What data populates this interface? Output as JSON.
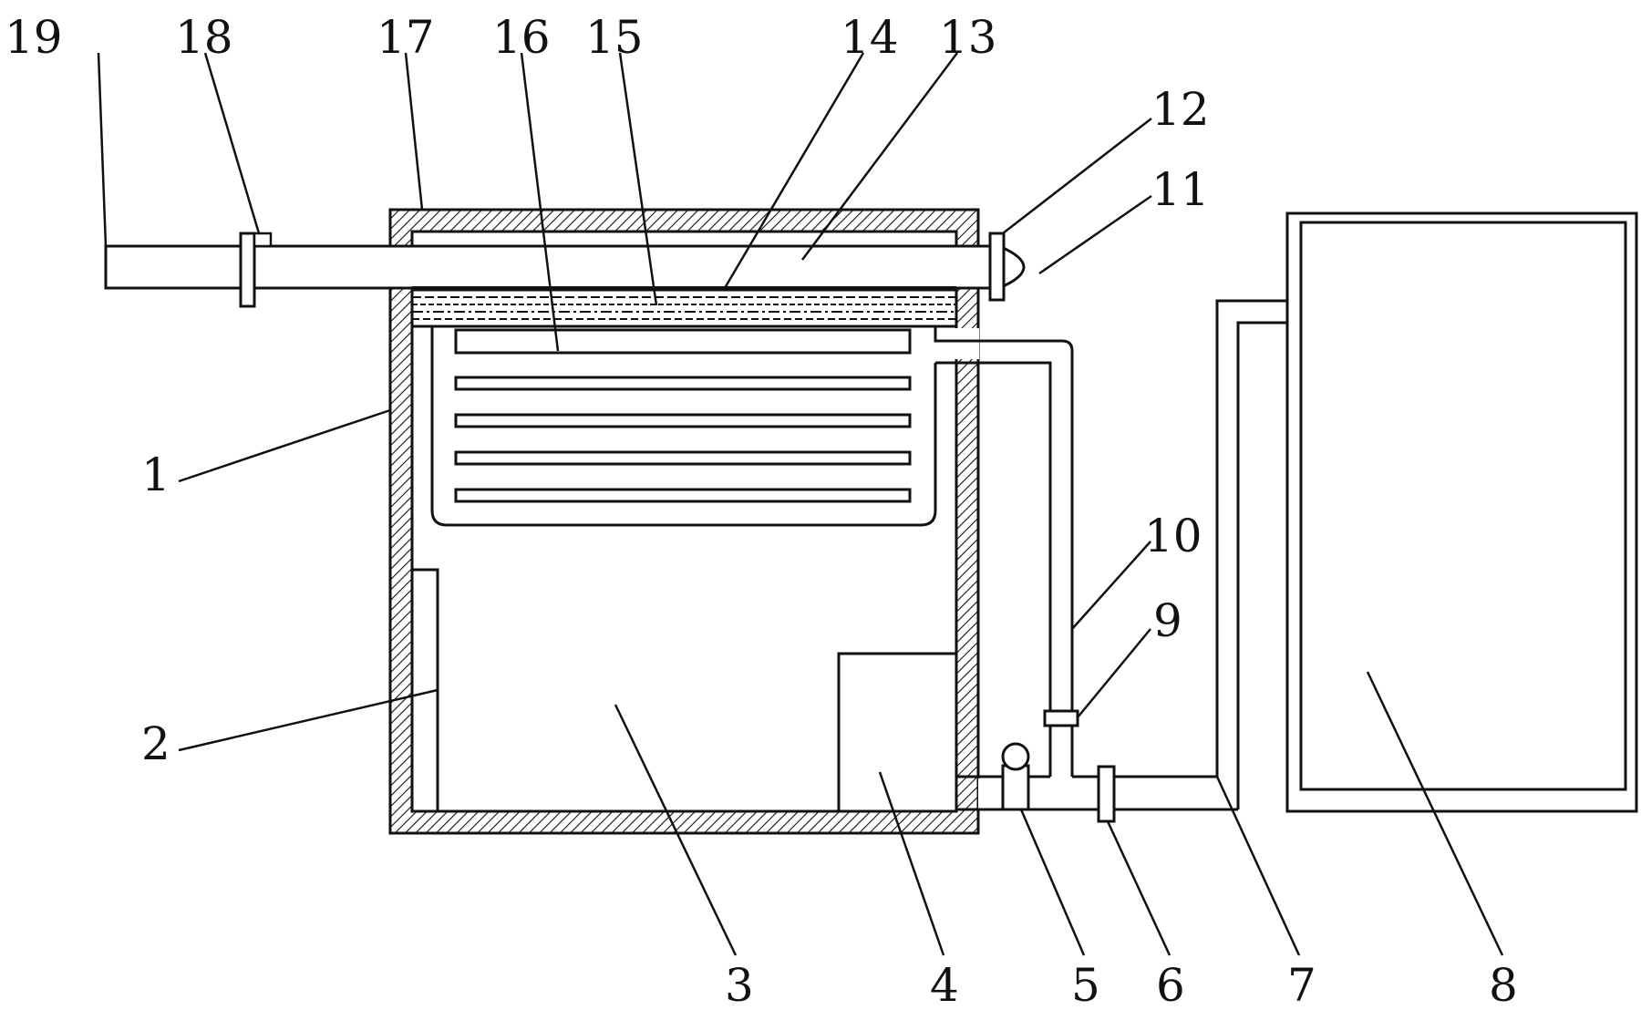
{
  "diagram": {
    "labels": {
      "n1": "1",
      "n2": "2",
      "n3": "3",
      "n4": "4",
      "n5": "5",
      "n6": "6",
      "n7": "7",
      "n8": "8",
      "n9": "9",
      "n10": "10",
      "n11": "11",
      "n12": "12",
      "n13": "13",
      "n14": "14",
      "n15": "15",
      "n16": "16",
      "n17": "17",
      "n18": "18",
      "n19": "19"
    }
  }
}
